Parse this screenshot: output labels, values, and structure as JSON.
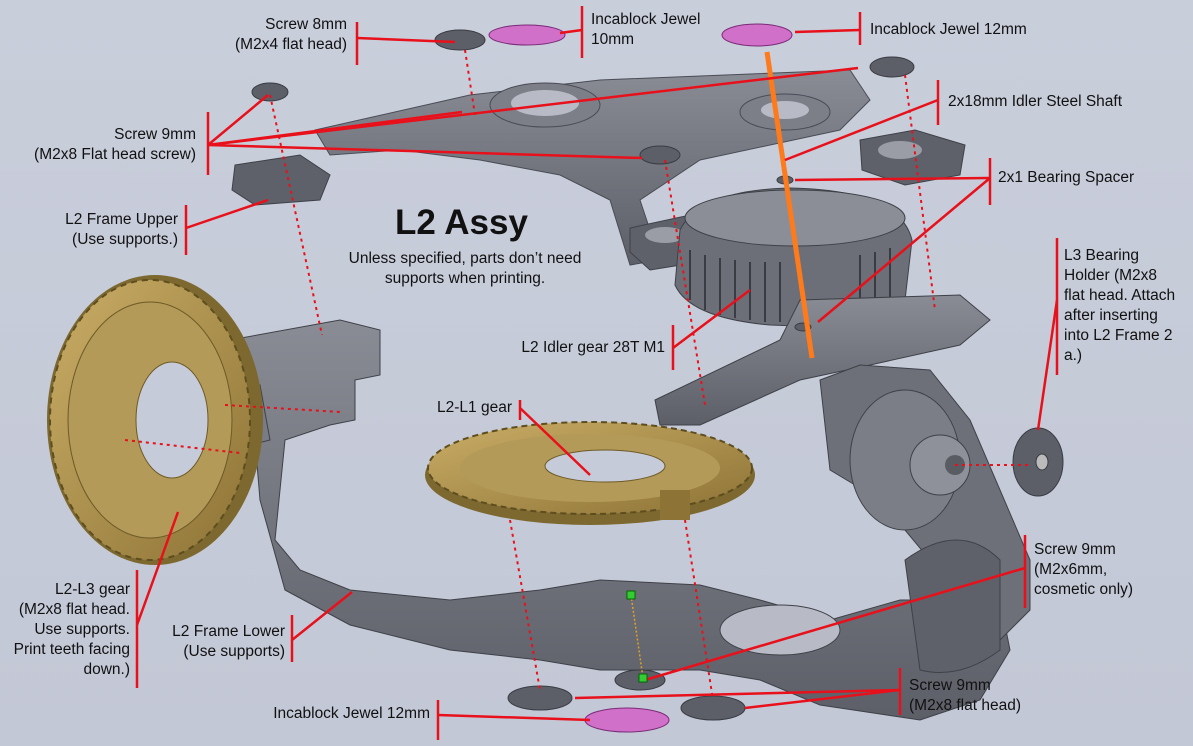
{
  "title": "L2 Assy",
  "subtitle": "Unless specified, parts don’t need supports when printing.",
  "colors": {
    "background": "#c6cbd9",
    "leader_line": "#e8101a",
    "shaft": "#ff7a1a",
    "frame_gray": "#6e7079",
    "gear_gold": "#b59a55",
    "jewel_pink": "#d070c8"
  },
  "labels": {
    "screw_8mm": [
      "Screw 8mm",
      "(M2x4 flat head)"
    ],
    "jewel_10mm": [
      "Incablock Jewel",
      "10mm"
    ],
    "jewel_12mm_top": [
      "Incablock Jewel 12mm"
    ],
    "idler_shaft": [
      "2x18mm Idler Steel Shaft"
    ],
    "bearing_spacer": [
      "2x1 Bearing Spacer"
    ],
    "screw_9mm_top": [
      "Screw 9mm",
      "(M2x8 Flat head screw)"
    ],
    "frame_upper": [
      "L2 Frame Upper",
      "(Use supports.)"
    ],
    "l3_bearing_holder": [
      "L3 Bearing",
      "Holder (M2x8",
      "flat head. Attach",
      "after inserting",
      "into L2 Frame 2",
      "a.)"
    ],
    "idler_gear": [
      "L2 Idler gear 28T M1"
    ],
    "l2_l1_gear": [
      "L2-L1 gear"
    ],
    "l2_l3_gear": [
      "L2-L3 gear",
      "(M2x8 flat head.",
      "Use supports.",
      "Print teeth facing",
      "down.)"
    ],
    "frame_lower": [
      "L2 Frame Lower",
      "(Use supports)"
    ],
    "screw_9mm_cosmetic": [
      "Screw 9mm",
      "(M2x6mm,",
      "cosmetic only)"
    ],
    "jewel_12mm_bottom": [
      "Incablock Jewel 12mm"
    ],
    "screw_9mm_bottom": [
      "Screw 9mm",
      "(M2x8 flat head)"
    ]
  }
}
